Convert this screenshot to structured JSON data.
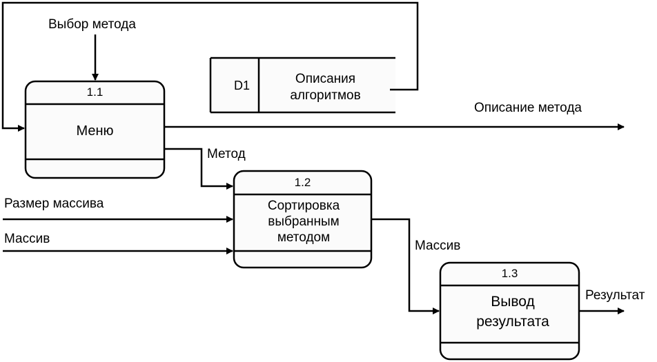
{
  "processes": [
    {
      "number": "1.1",
      "title": "Меню"
    },
    {
      "number": "1.2",
      "title": "Сортировка выбранным методом"
    },
    {
      "number": "1.3",
      "title": "Вывод результата"
    }
  ],
  "data_store": {
    "id": "D1",
    "name": "Описания алгоритмов"
  },
  "flows": {
    "method_choice": "Выбор метода",
    "method_description": "Описание метода",
    "method": "Метод",
    "array_size": "Размер массива",
    "array_in": "Массив",
    "array_out": "Массив",
    "result": "Результат"
  }
}
